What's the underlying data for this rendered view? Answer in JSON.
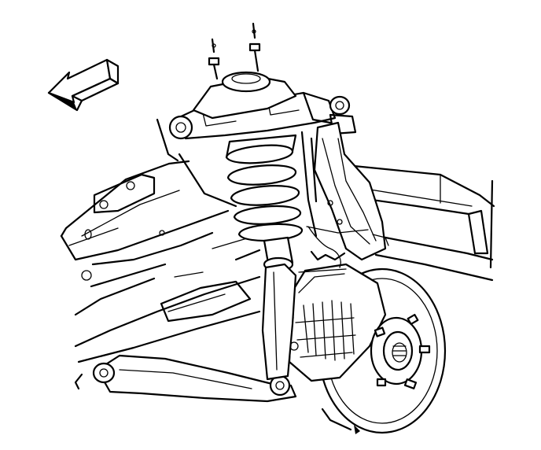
{
  "figure": {
    "direction_arrow": "front-of-vehicle-arrow",
    "colors": {
      "line": "#000000",
      "background": "#ffffff"
    },
    "components": [
      "upper-control-arm",
      "coil-spring",
      "shock-absorber",
      "steering-knuckle",
      "brake-rotor",
      "brake-caliper",
      "wheel-hub",
      "lower-control-arm",
      "frame-rail",
      "strut-mount-bolts"
    ]
  }
}
